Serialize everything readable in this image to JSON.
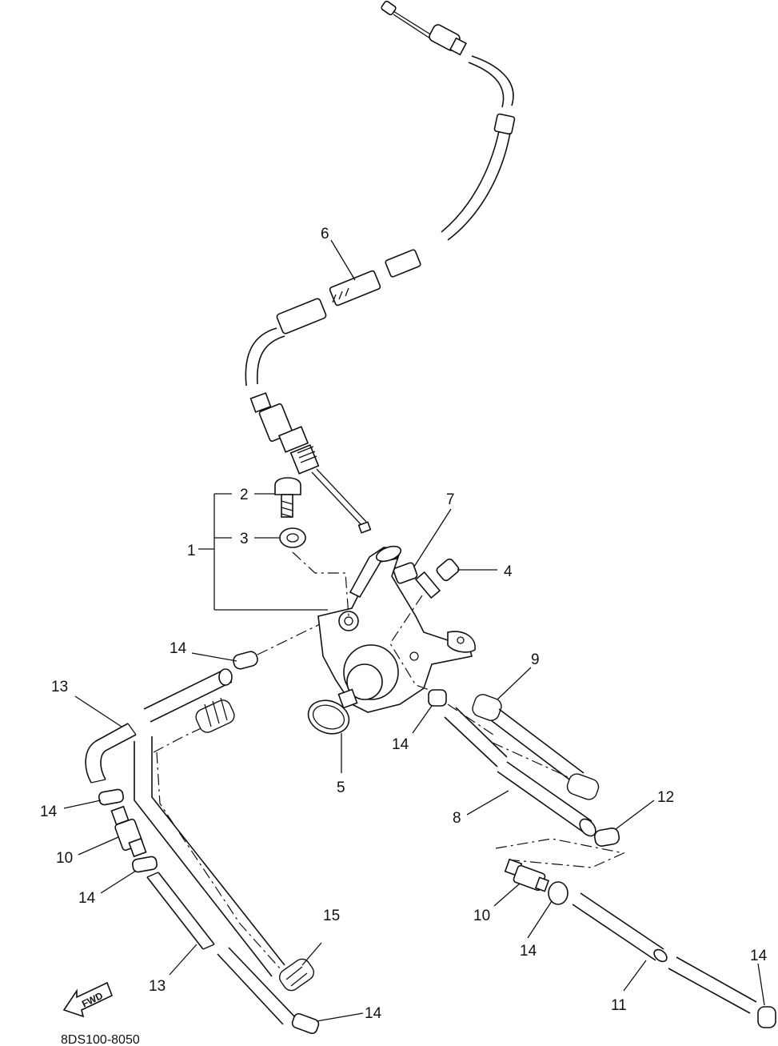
{
  "diagram": {
    "code": "8DS100-8050",
    "fwd_label": "FWD",
    "callouts": {
      "c1": "1",
      "c2": "2",
      "c3": "3",
      "c4": "4",
      "c5": "5",
      "c6": "6",
      "c7": "7",
      "c8": "8",
      "c9": "9",
      "c10a": "10",
      "c10b": "10",
      "c11": "11",
      "c12": "12",
      "c13a": "13",
      "c13b": "13",
      "c14a": "14",
      "c14b": "14",
      "c14c": "14",
      "c14d": "14",
      "c14e": "14",
      "c14f": "14",
      "c14g": "14",
      "c15": "15"
    }
  }
}
